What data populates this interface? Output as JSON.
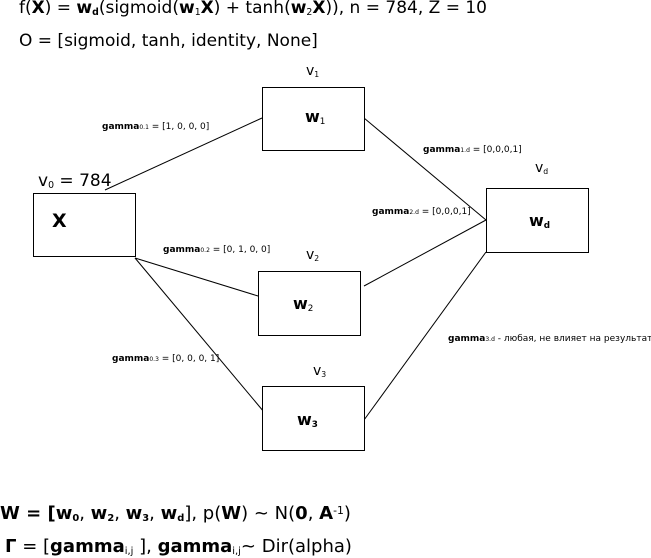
{
  "header": {
    "line1": {
      "f_prefix": "f(",
      "x": "X",
      "eq": ") =  ",
      "wd": "w",
      "wd_sub": "d",
      "sig_open": "(sigmoid(",
      "w1": "w",
      "w1_sub": "1",
      "x2": "X",
      "plus_tanh": ") + tanh(",
      "w2": "w",
      "w2_sub": "2",
      "x3": "X",
      "tail": ")), n = 784, Z = 10"
    },
    "line2": "O = [sigmoid, tanh, identity, None]"
  },
  "nodes": {
    "x": {
      "label": "X",
      "vname": "v",
      "vsub": "0",
      "vtail": " = 784"
    },
    "w1": {
      "label": "w",
      "sub": "1",
      "vname": "v",
      "vsub": "1"
    },
    "w2": {
      "label": "w",
      "sub": "2",
      "vname": "v",
      "vsub": "2"
    },
    "w3": {
      "label": "w",
      "sub": "3",
      "vname": "v",
      "vsub": "3"
    },
    "wd": {
      "label": "w",
      "sub": "d",
      "vname": "v",
      "vsub": "d"
    }
  },
  "edges": {
    "g01": {
      "name": "gamma",
      "sub": "0.1",
      "value": " = [1, 0, 0, 0]"
    },
    "g02": {
      "name": "gamma",
      "sub": "0.2",
      "value": " = [0, 1, 0, 0]"
    },
    "g03": {
      "name": "gamma",
      "sub": "0.3",
      "value": " = [0, 0, 0, 1]"
    },
    "g1d": {
      "name": "gamma",
      "sub": "1.d",
      "value": " = [0,0,0,1]"
    },
    "g2d": {
      "name": "gamma",
      "sub": "2.d",
      "value": " = [0,0,0,1]"
    },
    "g3d": {
      "name": "gamma",
      "sub": "3.d",
      "value": " - любая, не влияет на результат"
    }
  },
  "footer": {
    "line1": {
      "W": "W",
      "eq": " = [",
      "w0": "w",
      "w0_sub": "0",
      "c1": ", ",
      "w2": "w",
      "w2_sub": "2",
      "c2": ", ",
      "w3": "w",
      "w3_sub": "3",
      "c3": ", ",
      "wd": "w",
      "wd_sub": "d",
      "mid": "], p(",
      "W2": "W",
      "dist": ") ~ N(",
      "zero": "0",
      "comma": ", ",
      "A": "A",
      "sup": "-1",
      "end": ")"
    },
    "line2": {
      "Gamma": "Γ",
      "eq": " = [",
      "gamma": "gamma",
      "sub1": "i,j",
      "close": " ], ",
      "gamma2": "gamma",
      "sub2": "i,j",
      "tail": "~ Dir(alpha)"
    }
  }
}
